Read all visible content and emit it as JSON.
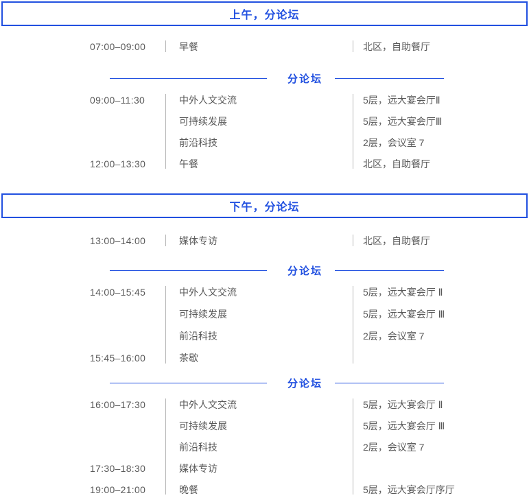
{
  "theme": {
    "accent": "#2150e0",
    "text": "#595959",
    "rule": "#b5b5b5",
    "bg": "#ffffff"
  },
  "sections": [
    {
      "banner": "上午，分论坛",
      "blocks": [
        {
          "type": "rows",
          "rows": [
            {
              "time": "07:00–09:00",
              "event": "早餐",
              "location": "北区，自助餐厅"
            }
          ]
        },
        {
          "type": "divider",
          "label": "分论坛"
        },
        {
          "type": "rows",
          "rows": [
            {
              "time": "09:00–11:30",
              "event": "中外人文交流",
              "location": "5层，远大宴会厅Ⅱ"
            },
            {
              "time": "",
              "event": "可持续发展",
              "location": "5层，远大宴会厅Ⅲ"
            },
            {
              "time": "",
              "event": "前沿科技",
              "location": "2层，会议室 7"
            },
            {
              "time": "12:00–13:30",
              "event": "午餐",
              "location": "北区，自助餐厅"
            }
          ]
        }
      ]
    },
    {
      "banner": "下午，分论坛",
      "blocks": [
        {
          "type": "rows",
          "rows": [
            {
              "time": "13:00–14:00",
              "event": "媒体专访",
              "location": "北区，自助餐厅"
            }
          ]
        },
        {
          "type": "divider",
          "label": "分论坛"
        },
        {
          "type": "rows",
          "rows": [
            {
              "time": "14:00–15:45",
              "event": "中外人文交流",
              "location": "5层，远大宴会厅 Ⅱ"
            },
            {
              "time": "",
              "event": "可持续发展",
              "location": "5层，远大宴会厅 Ⅲ"
            },
            {
              "time": "",
              "event": "前沿科技",
              "location": "2层，会议室 7"
            },
            {
              "time": "15:45–16:00",
              "event": "茶歇",
              "location": ""
            }
          ]
        },
        {
          "type": "divider",
          "label": "分论坛"
        },
        {
          "type": "rows",
          "rows": [
            {
              "time": "16:00–17:30",
              "event": "中外人文交流",
              "location": "5层，远大宴会厅 Ⅱ"
            },
            {
              "time": "",
              "event": "可持续发展",
              "location": "5层，远大宴会厅 Ⅲ"
            },
            {
              "time": "",
              "event": "前沿科技",
              "location": "2层，会议室 7"
            },
            {
              "time": "17:30–18:30",
              "event": "媒体专访",
              "location": ""
            },
            {
              "time": "19:00–21:00",
              "event": "晚餐",
              "location": "5层，远大宴会厅序厅"
            }
          ]
        }
      ]
    }
  ]
}
